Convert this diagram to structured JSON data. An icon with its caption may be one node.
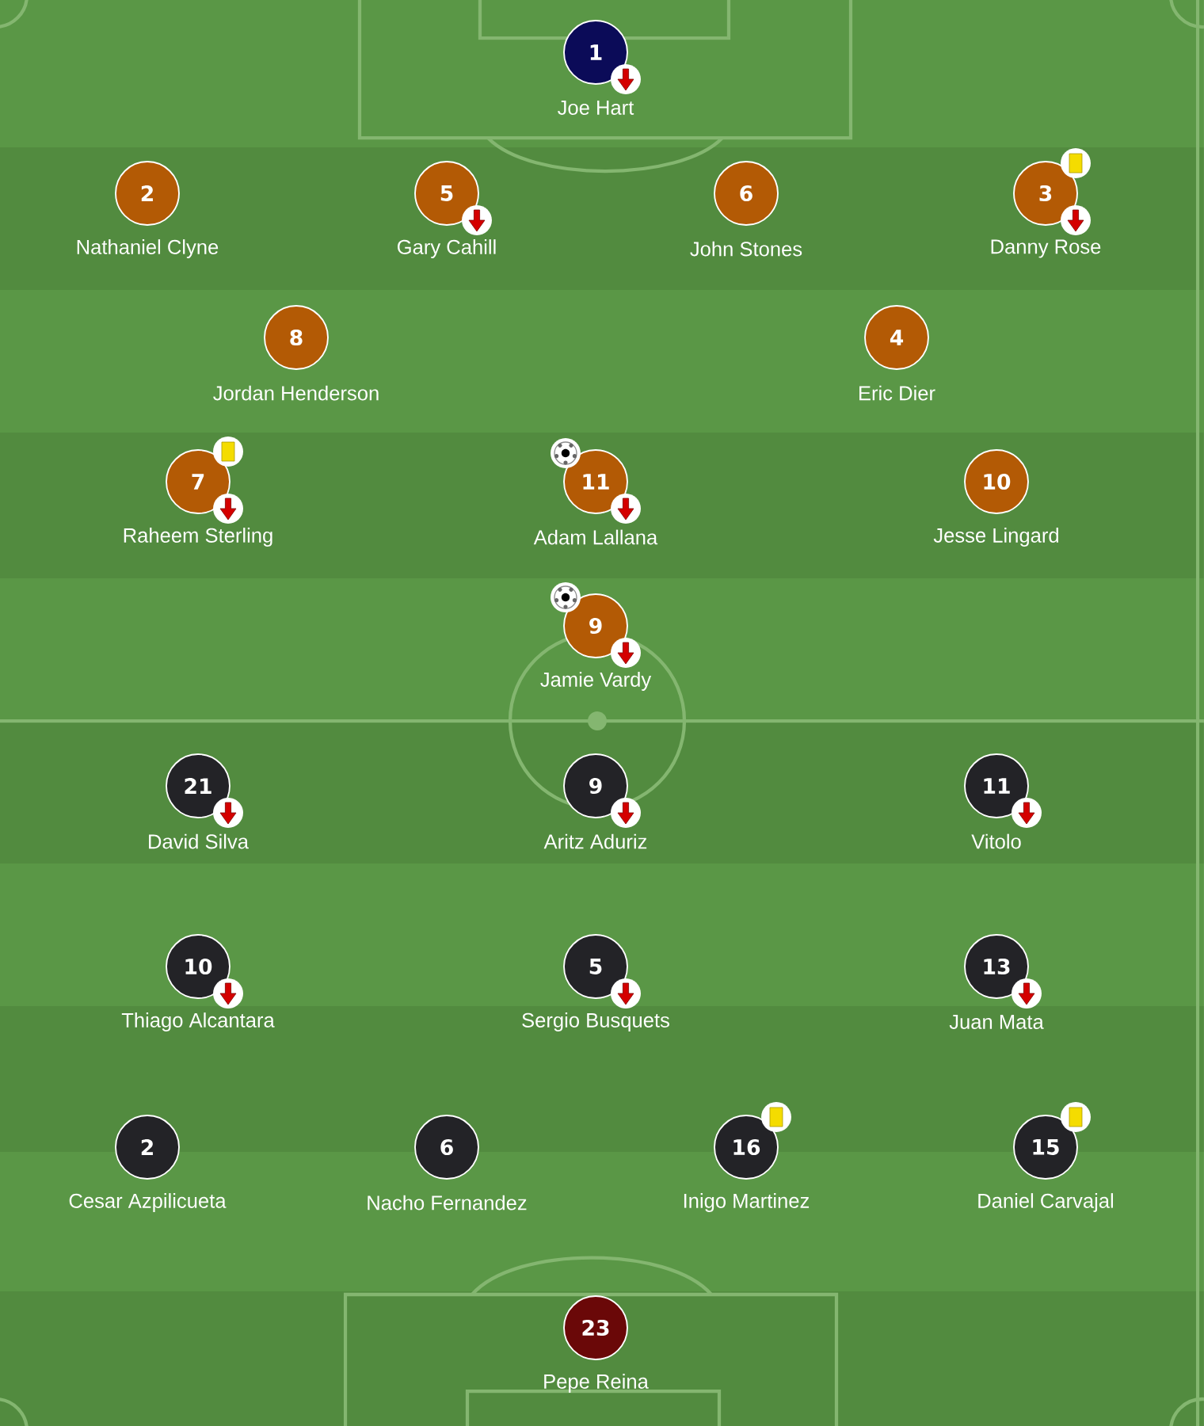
{
  "diagram": {
    "nodes": [
      {
        "text": [
          "1"
        ],
        "beside": [
          "Joe Hart"
        ]
      },
      {
        "text": [
          "2"
        ],
        "beside": [
          "Nathaniel Clyne"
        ]
      },
      {
        "text": [
          "5"
        ],
        "beside": [
          "Gary Cahill"
        ]
      },
      {
        "text": [
          "6"
        ],
        "beside": [
          "John Stones"
        ]
      },
      {
        "text": [
          "3"
        ],
        "beside": [
          "Danny Rose"
        ]
      },
      {
        "text": [
          "8"
        ],
        "beside": [
          "Jordan Henderson"
        ]
      },
      {
        "text": [
          "4"
        ],
        "beside": [
          "Eric Dier"
        ]
      },
      {
        "text": [
          "7"
        ],
        "beside": [
          "Raheem Sterling"
        ]
      },
      {
        "text": [
          "11"
        ],
        "beside": [
          "Adam Lallana"
        ]
      },
      {
        "text": [
          "10"
        ],
        "beside": [
          "Jesse Lingard"
        ]
      },
      {
        "text": [
          "9"
        ],
        "beside": [
          "Jamie Vardy"
        ]
      },
      {
        "text": [
          "21"
        ],
        "beside": [
          "David Silva"
        ]
      },
      {
        "text": [
          "9"
        ],
        "beside": [
          "Aritz Aduriz"
        ]
      },
      {
        "text": [
          "11"
        ],
        "beside": [
          "Vitolo"
        ]
      },
      {
        "text": [
          "10"
        ],
        "beside": [
          "Thiago Alcantara"
        ]
      },
      {
        "text": [
          "5"
        ],
        "beside": [
          "Sergio Busquets"
        ]
      },
      {
        "text": [
          "13"
        ],
        "beside": [
          "Juan Mata"
        ]
      },
      {
        "text": [
          "2"
        ],
        "beside": [
          "Cesar Azpilicueta"
        ]
      },
      {
        "text": [
          "6"
        ],
        "beside": [
          "Nacho Fernandez"
        ]
      },
      {
        "text": [
          "16"
        ],
        "beside": [
          "Inigo Martinez"
        ]
      },
      {
        "text": [
          "15"
        ],
        "beside": [
          "Daniel Carvajal"
        ]
      },
      {
        "text": [
          "23"
        ],
        "beside": [
          "Pepe Reina"
        ]
      }
    ]
  }
}
